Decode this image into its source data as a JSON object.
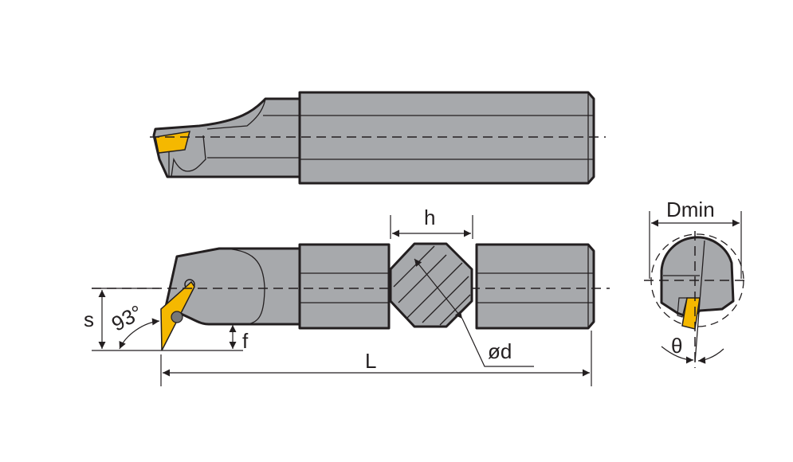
{
  "labels": {
    "s": "s",
    "angle": "93°",
    "f": "f",
    "L": "L",
    "h": "h",
    "d": "ød",
    "dmin": "Dmin",
    "theta": "θ"
  },
  "colors": {
    "body": "#a7a9ac",
    "outline": "#231f20",
    "insert": "#f5b800"
  }
}
